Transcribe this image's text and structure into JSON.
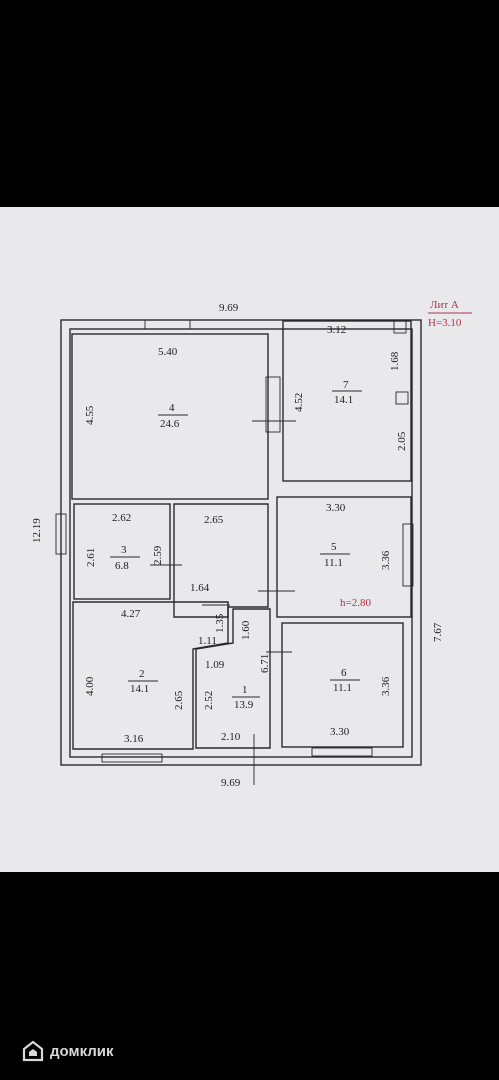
{
  "lit": {
    "name": "Лит А",
    "height": "Н=3.10"
  },
  "overall": {
    "top": "9.69",
    "bottom": "9.69",
    "left": "12.19",
    "right": "7.67"
  },
  "rooms": [
    {
      "num": "1",
      "area": "13.9"
    },
    {
      "num": "2",
      "area": "14.1"
    },
    {
      "num": "3",
      "area": "6.8"
    },
    {
      "num": "4",
      "area": "24.6"
    },
    {
      "num": "5",
      "area": "11.1"
    },
    {
      "num": "6",
      "area": "11.1"
    },
    {
      "num": "7",
      "area": "14.1"
    }
  ],
  "dims": {
    "r4_top": "5.40",
    "r4_left": "4.55",
    "r7_top": "3.12",
    "r7_left": "4.52",
    "r7_right_top": "1.68",
    "r7_right_bottom": "2.05",
    "r3_top": "2.62",
    "r3_left": "2.61",
    "r3_right": "2.59",
    "hall_top": "2.65",
    "hall_mid": "1.64",
    "r5_top": "3.30",
    "r5_right": "3.36",
    "h2": "h=2.80",
    "r2_top": "4.27",
    "r2_left": "4.00",
    "r2_right": "2.65",
    "r2_bottom": "3.16",
    "c_135": "1.35",
    "c_111": "1.11",
    "c_160": "1.60",
    "c_109": "1.09",
    "r1_left": "2.52",
    "r1_bottom": "2.10",
    "c_671": "6.71",
    "r6_right": "3.36",
    "r6_bottom": "3.30"
  },
  "watermark": "домклик"
}
